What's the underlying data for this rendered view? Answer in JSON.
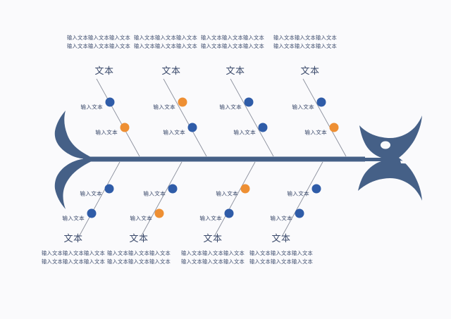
{
  "diagram": {
    "type": "fishbone-ishikawa",
    "background_color": "#fafafc",
    "fish_color": "#456087",
    "bone_line_color": "#8a8f9c",
    "text_color": "#3b4a6b",
    "dot_blue": "#2f5ca8",
    "dot_orange": "#ee8f33",
    "branch_title": "文本",
    "paragraph": "输入文本输入文本输入文本输入文本输入文本输入文本",
    "node_label": "输入文本",
    "top_branches": [
      {
        "title": "文本",
        "paragraph": "输入文本输入文本输入文本输入文本输入文本输入文本",
        "nodes": [
          {
            "label": "输入文本",
            "color": "blue"
          },
          {
            "label": "输入文本",
            "color": "orange"
          }
        ]
      },
      {
        "title": "文本",
        "paragraph": "输入文本输入文本输入文本输入文本输入文本输入文本",
        "nodes": [
          {
            "label": "输入文本",
            "color": "orange"
          },
          {
            "label": "输入文本",
            "color": "blue"
          }
        ]
      },
      {
        "title": "文本",
        "paragraph": "输入文本输入文本输入文本输入文本输入文本输入文本",
        "nodes": [
          {
            "label": "输入文本",
            "color": "blue"
          },
          {
            "label": "输入文本",
            "color": "blue"
          }
        ]
      },
      {
        "title": "文本",
        "paragraph": "输入文本输入文本输入文本输入文本输入文本输入文本",
        "nodes": [
          {
            "label": "输入文本",
            "color": "blue"
          },
          {
            "label": "输入文本",
            "color": "orange"
          }
        ]
      }
    ],
    "bottom_branches": [
      {
        "title": "文本",
        "paragraph": "输入文本输入文本输入文本输入文本输入文本输入文本",
        "nodes": [
          {
            "label": "输入文本",
            "color": "blue"
          },
          {
            "label": "输入文本",
            "color": "blue"
          }
        ]
      },
      {
        "title": "文本",
        "paragraph": "输入文本输入文本输入文本输入文本输入文本输入文本",
        "nodes": [
          {
            "label": "输入文本",
            "color": "blue"
          },
          {
            "label": "输入文本",
            "color": "orange"
          }
        ]
      },
      {
        "title": "文本",
        "paragraph": "输入文本输入文本输入文本输入文本输入文本输入文本",
        "nodes": [
          {
            "label": "输入文本",
            "color": "orange"
          },
          {
            "label": "输入文本",
            "color": "blue"
          }
        ]
      },
      {
        "title": "文本",
        "paragraph": "输入文本输入文本输入文本输入文本输入文本输入文本",
        "nodes": [
          {
            "label": "输入文本",
            "color": "blue"
          },
          {
            "label": "输入文本",
            "color": "blue"
          }
        ]
      }
    ]
  }
}
